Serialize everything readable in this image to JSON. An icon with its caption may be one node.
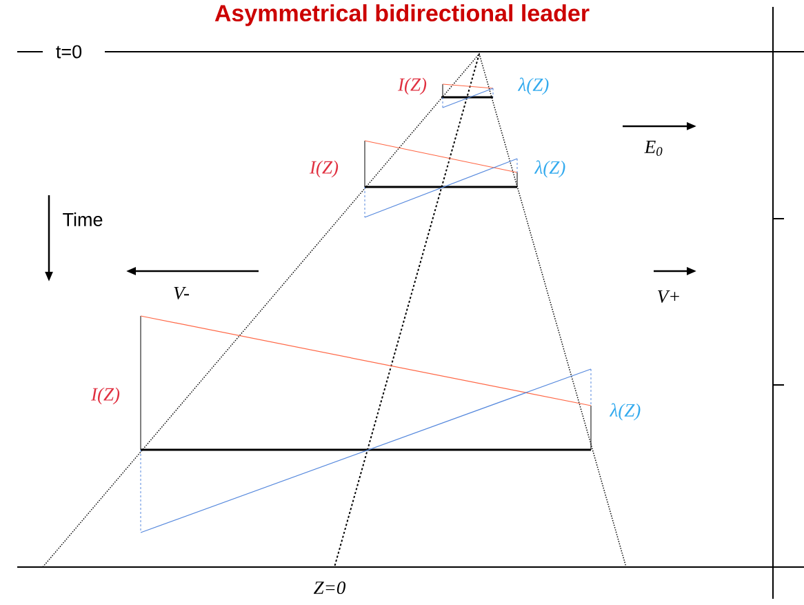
{
  "diagram": {
    "title": "Asymmetrical bidirectional leader",
    "labels": [
      "t=0",
      "I(Z)",
      "λ(Z)",
      "E$_{0}$",
      "I(Z)",
      "λ(Z)",
      "Time",
      "V-",
      "V+",
      "I(Z)",
      "λ(Z)",
      "Z=0"
    ]
  }
}
